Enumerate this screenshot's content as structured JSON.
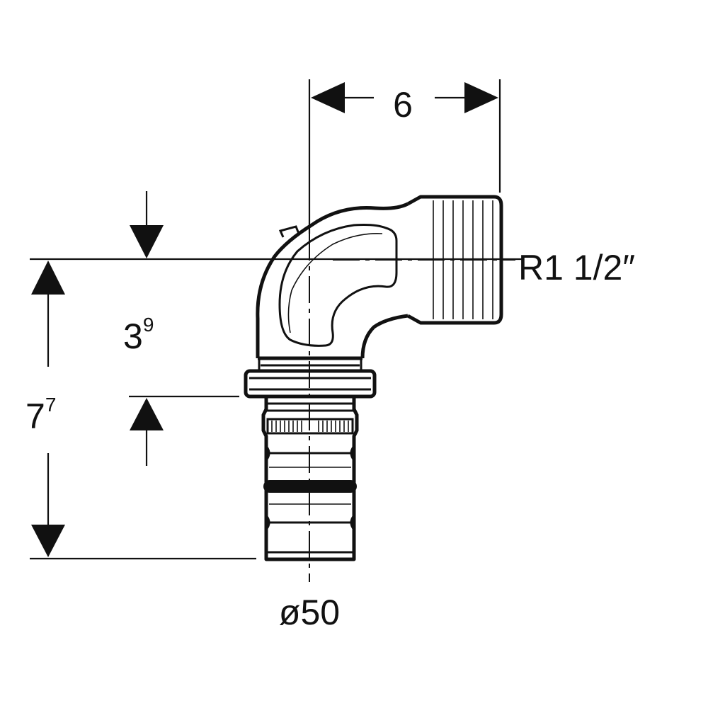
{
  "dimensions": {
    "width_value": "6",
    "height_base": "3",
    "height_sup": "9",
    "total_base": "7",
    "total_sup": "7",
    "thread": "R1 1/2″",
    "diameter": "ø50"
  },
  "colors": {
    "line": "#111111",
    "background": "#ffffff"
  }
}
